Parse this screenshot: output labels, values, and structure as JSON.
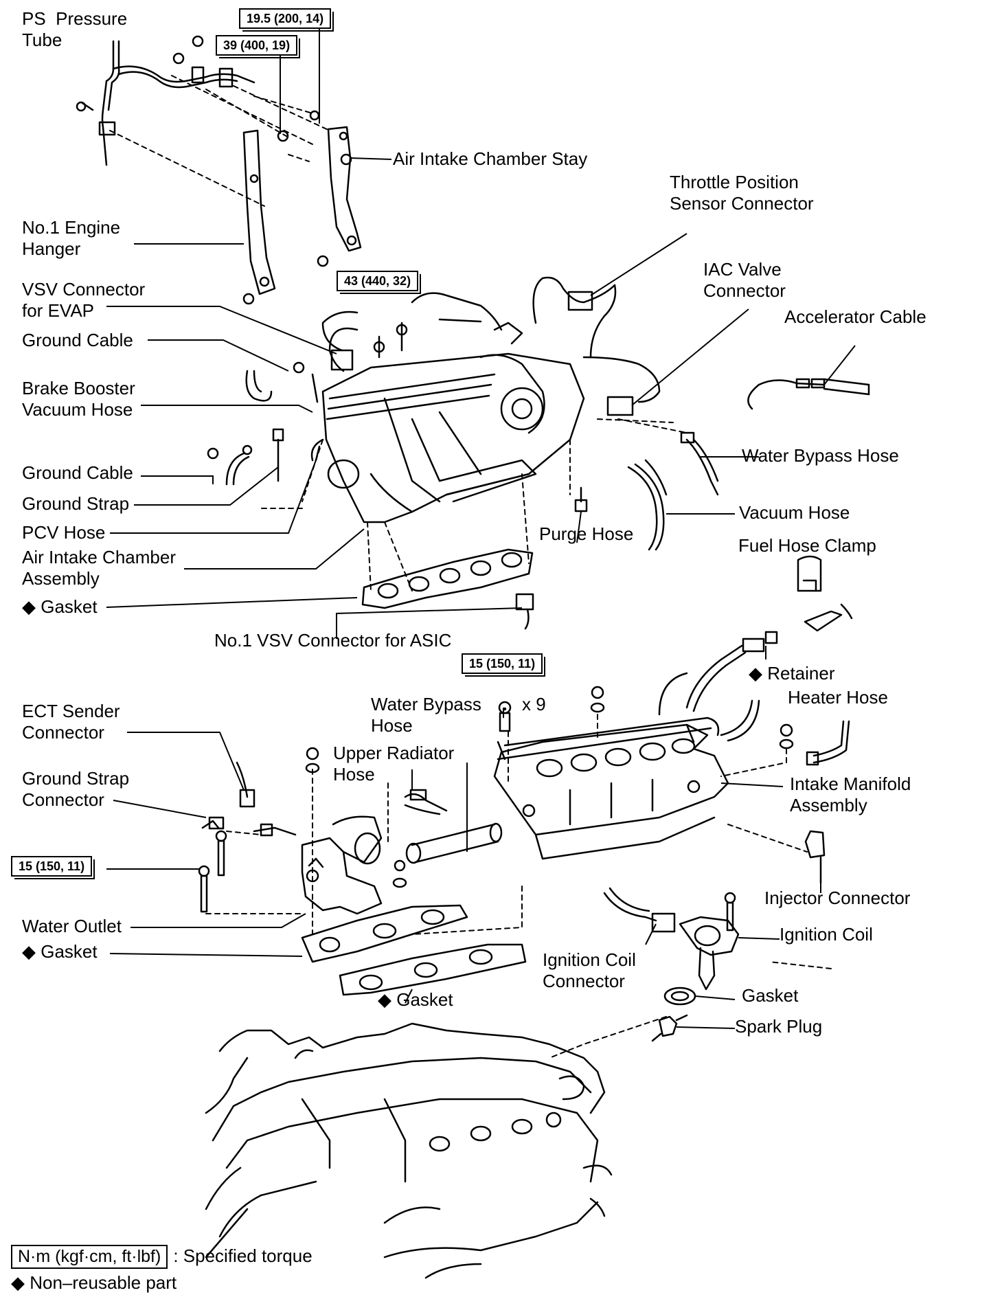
{
  "labels": {
    "ps_pressure_tube": "PS  Pressure\nTube",
    "air_intake_chamber_stay": "Air Intake Chamber Stay",
    "throttle_position_sensor_connector": "Throttle Position\nSensor Connector",
    "no1_engine_hanger": "No.1 Engine\nHanger",
    "iac_valve_connector": "IAC Valve\nConnector",
    "vsv_connector_evap": "VSV Connector\nfor EVAP",
    "accelerator_cable": "Accelerator Cable",
    "ground_cable_1": "Ground Cable",
    "brake_booster_vacuum_hose": "Brake Booster\nVacuum Hose",
    "water_bypass_hose_1": "Water Bypass Hose",
    "ground_cable_2": "Ground Cable",
    "ground_strap": "Ground Strap",
    "vacuum_hose": "Vacuum Hose",
    "pcv_hose": "PCV Hose",
    "purge_hose": "Purge Hose",
    "fuel_hose_clamp": "Fuel Hose Clamp",
    "air_intake_chamber_assembly": "Air Intake Chamber\nAssembly",
    "gasket_1": "◆ Gasket",
    "no1_vsv_connector_asic": "No.1 VSV Connector for ASIC",
    "retainer": "◆ Retainer",
    "ect_sender_connector": "ECT Sender\nConnector",
    "water_bypass_hose_2": "Water Bypass\nHose",
    "times_nine": "x 9",
    "heater_hose": "Heater Hose",
    "upper_radiator_hose": "Upper Radiator\nHose",
    "ground_strap_connector": "Ground Strap\nConnector",
    "intake_manifold_assembly": "Intake Manifold\nAssembly",
    "injector_connector": "Injector Connector",
    "water_outlet": "Water Outlet",
    "ignition_coil": "Ignition Coil",
    "gasket_2": "◆ Gasket",
    "ignition_coil_connector": "Ignition Coil\nConnector",
    "gasket_3": "◆ Gasket",
    "gasket_4": "Gasket",
    "spark_plug": "Spark Plug"
  },
  "torques": {
    "t1": "19.5 (200, 14)",
    "t2": "39 (400, 19)",
    "t3": "43 (440, 32)",
    "t4": "15 (150, 11)",
    "t5": "15 (150, 11)"
  },
  "legend": {
    "torque_box": "N·m (kgf·cm, ft·lbf)",
    "torque_text": ": Specified torque",
    "nonreusable": "◆ Non–reusable part"
  }
}
